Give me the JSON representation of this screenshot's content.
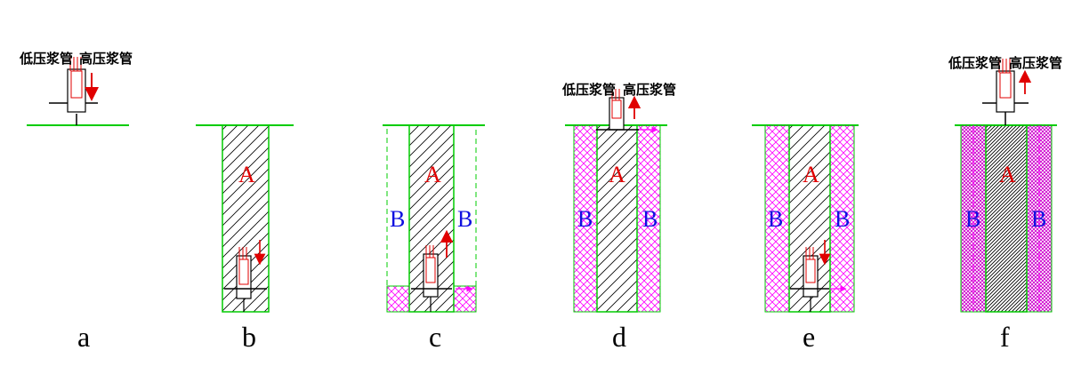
{
  "labels": {
    "low_pressure_pipe": "低压浆管",
    "high_pressure_pipe": "高压浆管",
    "zone_a": "A",
    "zone_b": "B"
  },
  "steps": [
    "a",
    "b",
    "c",
    "d",
    "e",
    "f"
  ],
  "colors": {
    "ground": "#00cc00",
    "outline": "#00cc00",
    "hatch_a": "#000000",
    "hatch_b": "#ff00ff",
    "arrow": "#e00000",
    "label_a": "#e00000",
    "label_b": "#1010e0",
    "injection_arrow": "#ff00ff"
  }
}
